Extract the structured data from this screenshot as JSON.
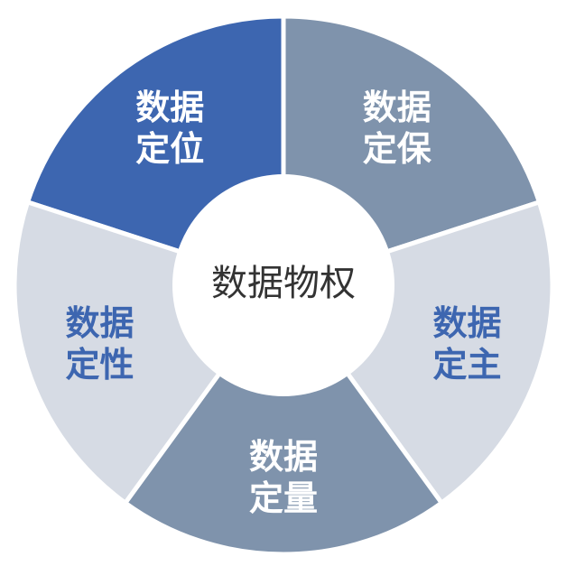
{
  "center": {
    "label": "数据物权",
    "fill": "#ffffff",
    "text_color": "#333333"
  },
  "segments": [
    {
      "line1": "数据",
      "line2": "定位",
      "fill": "#3d66b0",
      "text_color": "#ffffff"
    },
    {
      "line1": "数据",
      "line2": "定保",
      "fill": "#7f93ac",
      "text_color": "#ffffff"
    },
    {
      "line1": "数据",
      "line2": "定主",
      "fill": "#d6dbe4",
      "text_color": "#3d66b0"
    },
    {
      "line1": "数据",
      "line2": "定量",
      "fill": "#7f93ac",
      "text_color": "#ffffff"
    },
    {
      "line1": "数据",
      "line2": "定性",
      "fill": "#d6dbe4",
      "text_color": "#3d66b0"
    }
  ]
}
